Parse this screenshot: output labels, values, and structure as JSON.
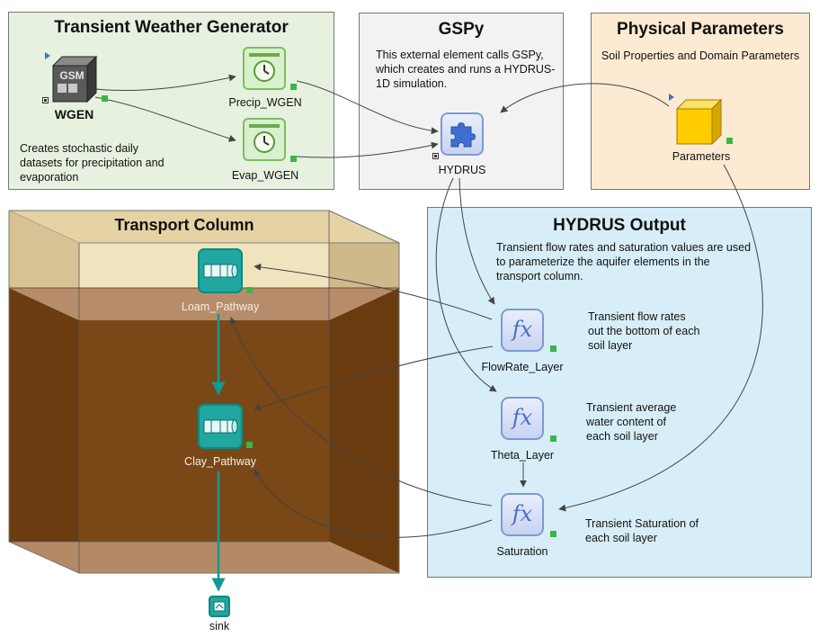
{
  "weather": {
    "title": "Transient Weather Generator",
    "description": "Creates stochastic daily datasets for precipitation and evaporation",
    "wgen": {
      "label": "WGEN",
      "badge": "GSM"
    },
    "precip": {
      "label": "Precip_WGEN"
    },
    "evap": {
      "label": "Evap_WGEN"
    }
  },
  "gspy": {
    "title": "GSPy",
    "description": "This external element calls GSPy, which creates and runs a HYDRUS-1D simulation.",
    "hydrus": {
      "label": "HYDRUS"
    }
  },
  "physical": {
    "title": "Physical Parameters",
    "description": "Soil Properties and Domain Parameters",
    "parameters": {
      "label": "Parameters"
    }
  },
  "transport": {
    "title": "Transport Column",
    "loam": {
      "label": "Loam_Pathway"
    },
    "clay": {
      "label": "Clay_Pathway"
    },
    "sink": {
      "label": "sink"
    }
  },
  "output": {
    "title": "HYDRUS Output",
    "description": "Transient flow rates and saturation values are used to parameterize the aquifer elements in the transport column.",
    "flowrate": {
      "label": "FlowRate_Layer",
      "symbol": "fx",
      "note": "Transient flow rates out the bottom of each soil layer"
    },
    "theta": {
      "label": "Theta_Layer",
      "symbol": "fx",
      "note": "Transient average water content of each soil layer"
    },
    "saturation": {
      "label": "Saturation",
      "symbol": "fx",
      "note": "Transient Saturation of each soil layer"
    }
  },
  "colors": {
    "weather_bg": "#e6f1df",
    "gspy_bg": "#f2f2f2",
    "physical_bg": "#fcebd2",
    "output_bg": "#d7eef8",
    "sand": "#ecdcae",
    "soil": "#6e3f12",
    "link": "#119a93"
  }
}
